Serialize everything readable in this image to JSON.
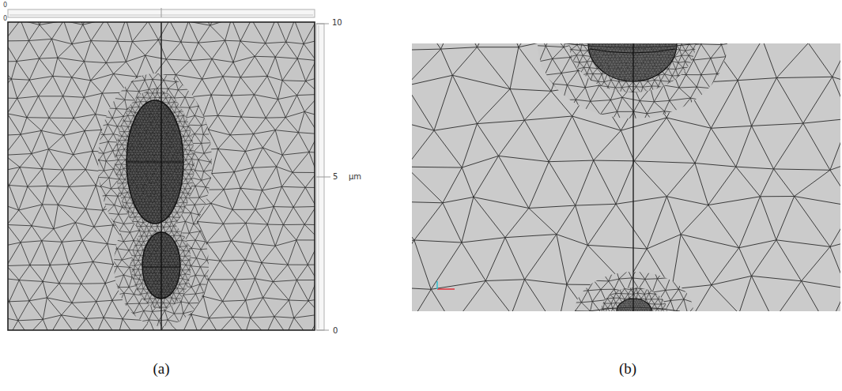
{
  "diagram": {
    "labels": [
      "0",
      "10",
      "5",
      "μm",
      "0",
      "0",
      "(a)",
      "(b)"
    ]
  }
}
